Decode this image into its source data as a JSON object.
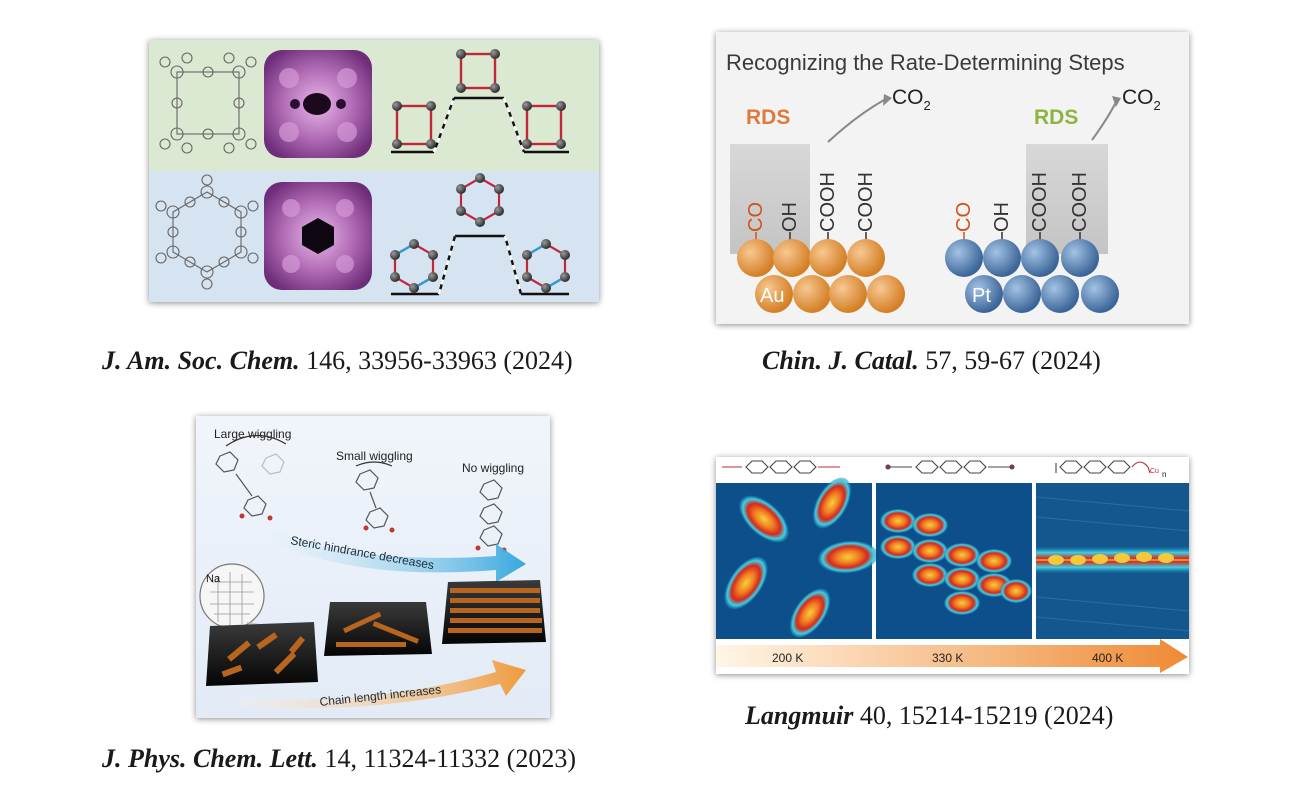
{
  "figures": [
    {
      "id": "jacs",
      "journal": "J. Am. Soc. Chem.",
      "citation": "146, 33956-33963 (2024)"
    },
    {
      "id": "cjc",
      "journal": "Chin. J. Catal.",
      "citation": "57, 59-67 (2024)",
      "graphic": {
        "title": "Recognizing the Rate-Determining Steps",
        "rds": "RDS",
        "co2_left": "CO",
        "co2_right": "CO",
        "sub2": "2",
        "labels_left": [
          "CO",
          "OH",
          "COOH",
          "COOH"
        ],
        "labels_right": [
          "CO",
          "OH",
          "COOH",
          "COOH"
        ],
        "metal_left": "Au",
        "metal_right": "Pt"
      }
    },
    {
      "id": "jpcl",
      "journal": "J. Phys. Chem. Lett.",
      "citation": "14, 11324-11332 (2023)",
      "graphic": {
        "large": "Large wiggling",
        "small": "Small wiggling",
        "none": "No wiggling",
        "steric": "Steric hindrance decreases",
        "chain": "Chain length increases",
        "na": "Na"
      }
    },
    {
      "id": "langmuir",
      "journal": "Langmuir",
      "citation": "40, 15214-15219 (2024)",
      "graphic": {
        "temps": [
          "200 K",
          "330 K",
          "400 K"
        ],
        "n": "n",
        "cu": "Cu"
      }
    }
  ],
  "colors": {
    "green_band": "#dce9d2",
    "blue_band": "#d6e3f1",
    "gold": "#e0943c",
    "steel": "#4f7cb0",
    "rds_orange": "#e07a3a",
    "rds_green": "#8db442",
    "arrow_blue": "#4fb3e0",
    "arrow_orange": "#ef9a3c"
  }
}
